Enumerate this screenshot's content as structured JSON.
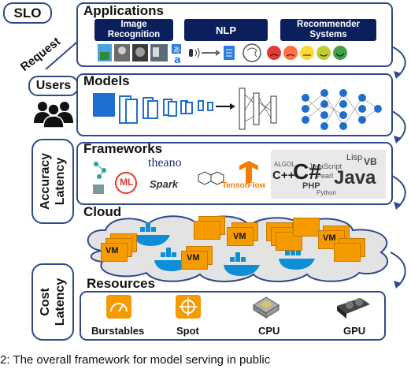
{
  "side_labels": {
    "slo": "SLO",
    "request": "Request",
    "users": "Users",
    "accuracy": "Accuracy",
    "latency": "Latency",
    "cost": "Cost",
    "cost_latency": "Latency"
  },
  "applications": {
    "title": "Applications",
    "items": [
      "Image Recognition",
      "NLP",
      "Recommender Systems"
    ]
  },
  "models": {
    "title": "Models"
  },
  "frameworks": {
    "title": "Frameworks",
    "logos": [
      "theano",
      "ML",
      "Spark",
      "TensorFlow",
      "Java",
      "C++",
      "C#",
      "PHP",
      "Python",
      "Pearl",
      "Lisp",
      "VB",
      "JavaScript",
      "ALGOL"
    ]
  },
  "cloud": {
    "title": "Cloud",
    "vm_label": "VM"
  },
  "resources": {
    "title": "Resources",
    "items": [
      "Burstables",
      "Spot",
      "CPU",
      "GPU"
    ]
  },
  "caption": "2: The overall framework for model serving in public"
}
